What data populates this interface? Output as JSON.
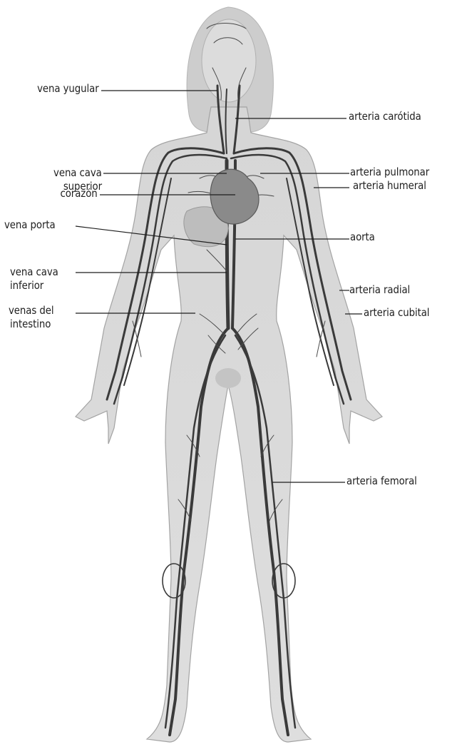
{
  "labels": {
    "vena_yugular": "vena yugular",
    "vena_cava_superior": [
      "vena cava",
      "superior"
    ],
    "corazon": "corazón",
    "vena_porta": "vena porta",
    "vena_cava_inferior": [
      "vena cava",
      "inferior"
    ],
    "venas_intestino": [
      "venas del",
      "intestino"
    ],
    "arteria_carotida": "arteria carótida",
    "arteria_pulmonar": "arteria pulmonar",
    "arteria_humeral": "arteria humeral",
    "aorta": "aorta",
    "arteria_radial": "arteria radial",
    "arteria_cubital": "arteria cubital",
    "arteria_femoral": "arteria femoral"
  },
  "colors": {
    "body_fill": "#d9d9d9",
    "body_outline": "#9a9a9a",
    "vessel": "#3a3a3a",
    "heart": "#8a8a8a",
    "leader_line": "#1f1f1f",
    "text": "#1f1f1f"
  }
}
